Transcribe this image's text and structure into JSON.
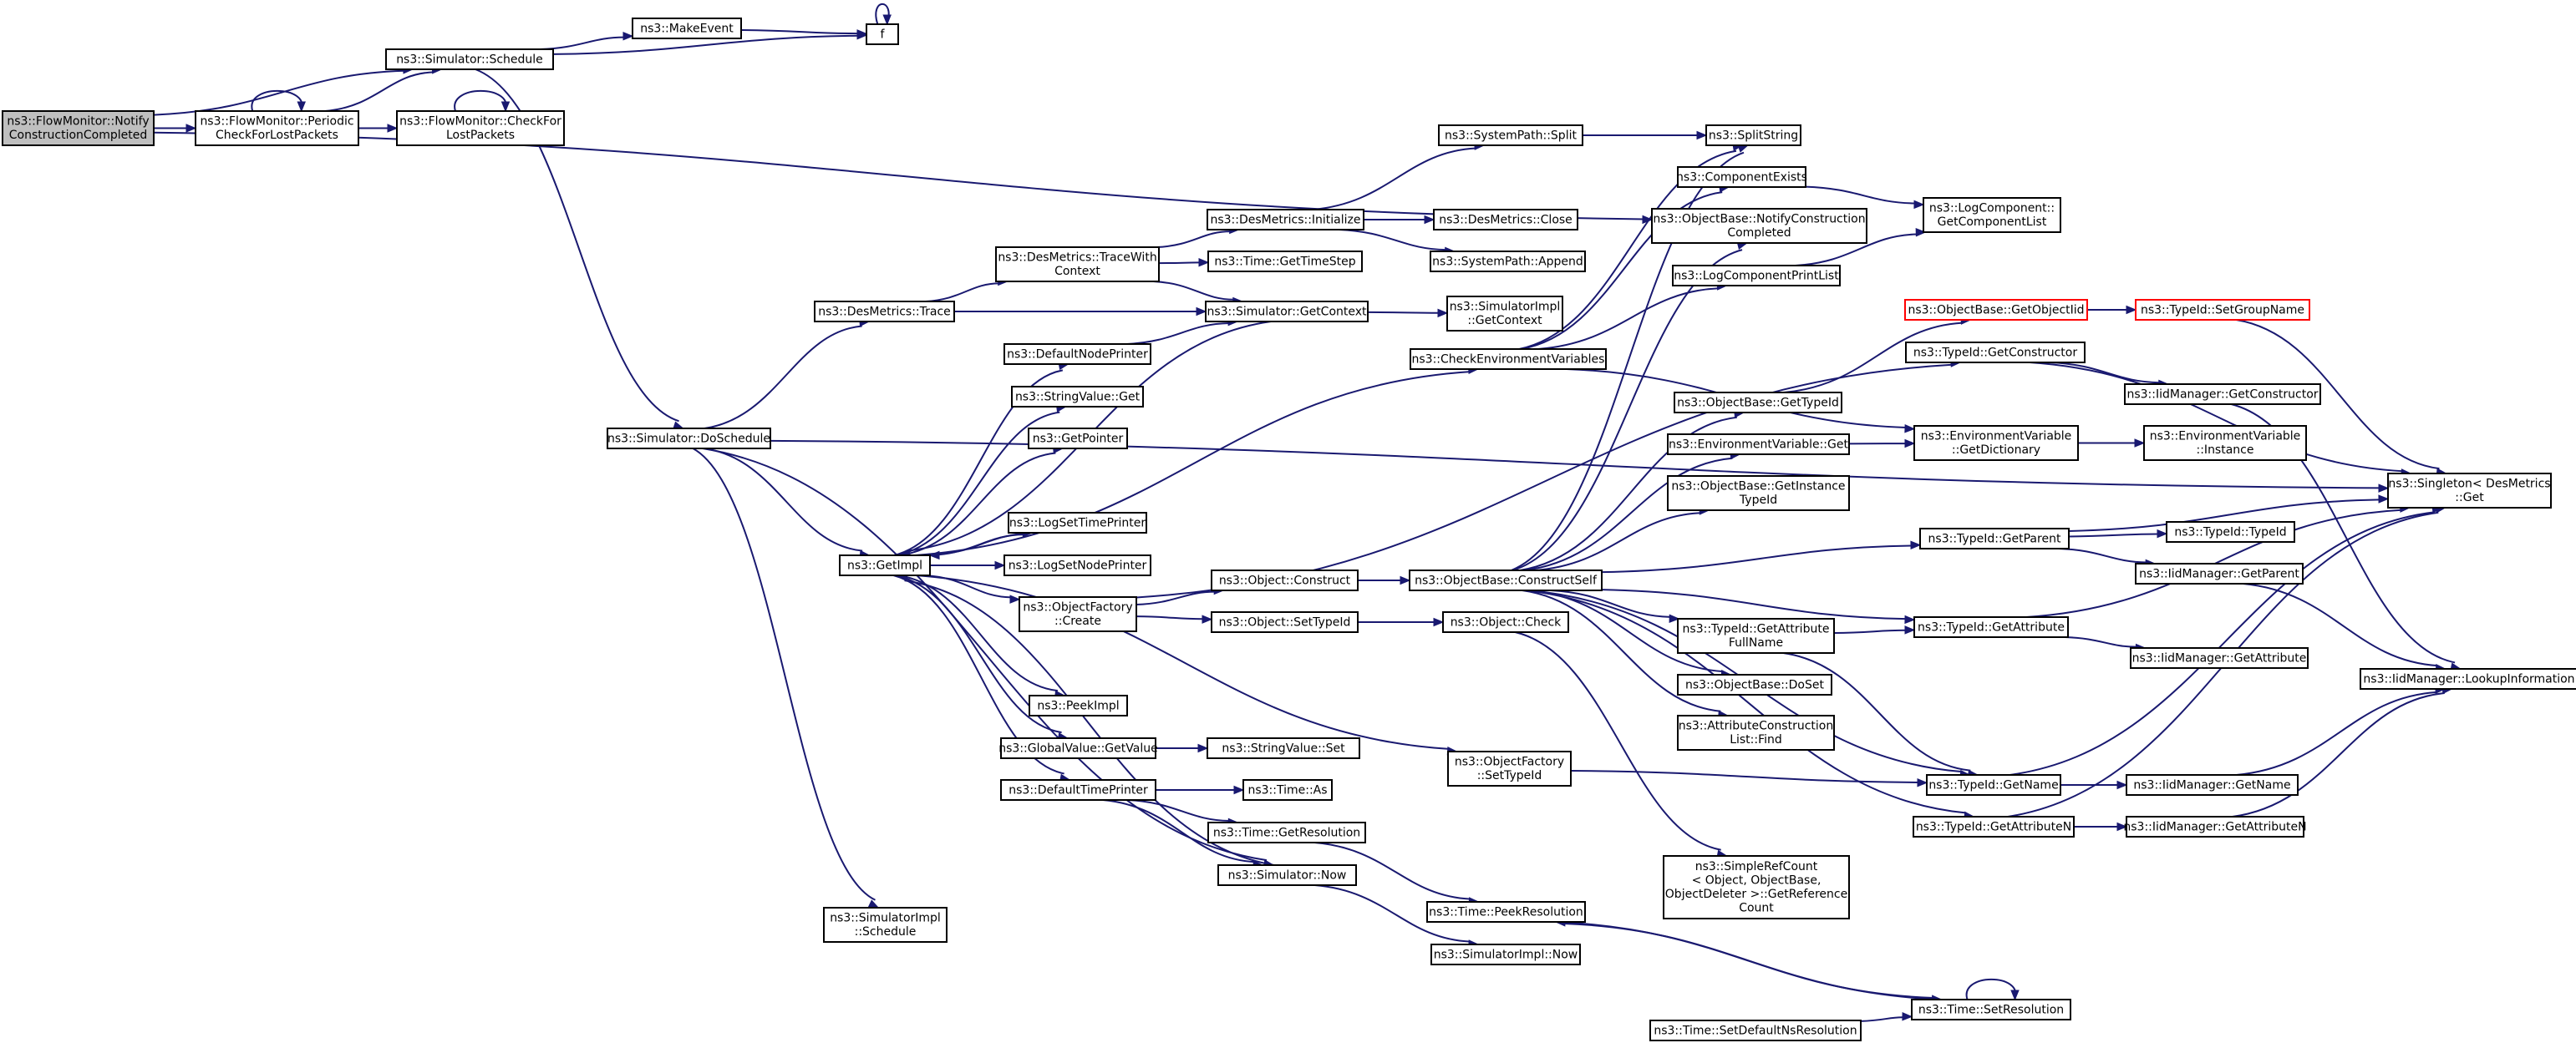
{
  "graph": {
    "nodes": [
      {
        "id": "root",
        "lines": [
          "ns3::FlowMonitor::Notify",
          "ConstructionCompleted"
        ],
        "style": "root"
      },
      {
        "id": "periodic",
        "lines": [
          "ns3::FlowMonitor::Periodic",
          "CheckForLostPackets"
        ]
      },
      {
        "id": "checkfor",
        "lines": [
          "ns3::FlowMonitor::CheckFor",
          "LostPackets"
        ]
      },
      {
        "id": "schedule",
        "lines": [
          "ns3::Simulator::Schedule"
        ]
      },
      {
        "id": "makeevent",
        "lines": [
          "ns3::MakeEvent"
        ]
      },
      {
        "id": "f",
        "lines": [
          "f"
        ]
      },
      {
        "id": "doschedule",
        "lines": [
          "ns3::Simulator::DoSchedule"
        ]
      },
      {
        "id": "simimplschedule",
        "lines": [
          "ns3::SimulatorImpl",
          "::Schedule"
        ]
      },
      {
        "id": "desmtrace",
        "lines": [
          "ns3::DesMetrics::Trace"
        ]
      },
      {
        "id": "tracewith",
        "lines": [
          "ns3::DesMetrics::TraceWith",
          "Context"
        ]
      },
      {
        "id": "desminit",
        "lines": [
          "ns3::DesMetrics::Initialize"
        ]
      },
      {
        "id": "gettimestep",
        "lines": [
          "ns3::Time::GetTimeStep"
        ]
      },
      {
        "id": "sysplit",
        "lines": [
          "ns3::SystemPath::Split"
        ]
      },
      {
        "id": "desmclose",
        "lines": [
          "ns3::DesMetrics::Close"
        ]
      },
      {
        "id": "sysappend",
        "lines": [
          "ns3::SystemPath::Append"
        ]
      },
      {
        "id": "getcontext",
        "lines": [
          "ns3::Simulator::GetContext"
        ]
      },
      {
        "id": "simimplgetcontext",
        "lines": [
          "ns3::SimulatorImpl",
          "::GetContext"
        ]
      },
      {
        "id": "splitstring",
        "lines": [
          "ns3::SplitString"
        ]
      },
      {
        "id": "compexists",
        "lines": [
          "ns3::ComponentExists"
        ]
      },
      {
        "id": "notifyconstr",
        "lines": [
          "ns3::ObjectBase::NotifyConstruction",
          "Completed"
        ]
      },
      {
        "id": "logprintlist",
        "lines": [
          "ns3::LogComponentPrintList"
        ]
      },
      {
        "id": "logcompget",
        "lines": [
          "ns3::LogComponent::",
          "GetComponentList"
        ]
      },
      {
        "id": "checkenv",
        "lines": [
          "ns3::CheckEnvironmentVariables"
        ]
      },
      {
        "id": "defaultnodeprinter",
        "lines": [
          "ns3::DefaultNodePrinter"
        ]
      },
      {
        "id": "stringvalueget",
        "lines": [
          "ns3::StringValue::Get"
        ]
      },
      {
        "id": "getpointer",
        "lines": [
          "ns3::GetPointer"
        ]
      },
      {
        "id": "logsettime",
        "lines": [
          "ns3::LogSetTimePrinter"
        ]
      },
      {
        "id": "logsetnode",
        "lines": [
          "ns3::LogSetNodePrinter"
        ]
      },
      {
        "id": "getimpl",
        "lines": [
          "ns3::GetImpl"
        ]
      },
      {
        "id": "objfactcreate",
        "lines": [
          "ns3::ObjectFactory",
          "::Create"
        ]
      },
      {
        "id": "objconstruct",
        "lines": [
          "ns3::Object::Construct"
        ]
      },
      {
        "id": "objsettypeid",
        "lines": [
          "ns3::Object::SetTypeId"
        ]
      },
      {
        "id": "objcheck",
        "lines": [
          "ns3::Object::Check"
        ]
      },
      {
        "id": "constructself",
        "lines": [
          "ns3::ObjectBase::ConstructSelf"
        ]
      },
      {
        "id": "peekimpl",
        "lines": [
          "ns3::PeekImpl"
        ]
      },
      {
        "id": "globalvalueget",
        "lines": [
          "ns3::GlobalValue::GetValue"
        ]
      },
      {
        "id": "stringvalueset",
        "lines": [
          "ns3::StringValue::Set"
        ]
      },
      {
        "id": "defaulttimeprinter",
        "lines": [
          "ns3::DefaultTimePrinter"
        ]
      },
      {
        "id": "timeas",
        "lines": [
          "ns3::Time::As"
        ]
      },
      {
        "id": "timegetres",
        "lines": [
          "ns3::Time::GetResolution"
        ]
      },
      {
        "id": "simnow",
        "lines": [
          "ns3::Simulator::Now"
        ]
      },
      {
        "id": "objfactsettypeid",
        "lines": [
          "ns3::ObjectFactory",
          "::SetTypeId"
        ]
      },
      {
        "id": "peekres",
        "lines": [
          "ns3::Time::PeekResolution"
        ]
      },
      {
        "id": "simimplnow",
        "lines": [
          "ns3::SimulatorImpl::Now"
        ]
      },
      {
        "id": "setdefaultns",
        "lines": [
          "ns3::Time::SetDefaultNsResolution"
        ]
      },
      {
        "id": "setres",
        "lines": [
          "ns3::Time::SetResolution"
        ]
      },
      {
        "id": "simplerefcount",
        "lines": [
          "ns3::SimpleRefCount",
          "< Object, ObjectBase,",
          "ObjectDeleter >::GetReference",
          "Count"
        ]
      },
      {
        "id": "getobjectiid",
        "lines": [
          "ns3::ObjectBase::GetObjectIid"
        ],
        "style": "red"
      },
      {
        "id": "setgroupname",
        "lines": [
          "ns3::TypeId::SetGroupName"
        ],
        "style": "red"
      },
      {
        "id": "typeidgetconstructor",
        "lines": [
          "ns3::TypeId::GetConstructor"
        ]
      },
      {
        "id": "obgettypeid",
        "lines": [
          "ns3::ObjectBase::GetTypeId"
        ]
      },
      {
        "id": "iidgetconstructor",
        "lines": [
          "ns3::IidManager::GetConstructor"
        ]
      },
      {
        "id": "envget",
        "lines": [
          "ns3::EnvironmentVariable::Get"
        ]
      },
      {
        "id": "envgetdict",
        "lines": [
          "ns3::EnvironmentVariable",
          "::GetDictionary"
        ]
      },
      {
        "id": "envinstance",
        "lines": [
          "ns3::EnvironmentVariable",
          "::Instance"
        ]
      },
      {
        "id": "obgetinstance",
        "lines": [
          "ns3::ObjectBase::GetInstance",
          "TypeId"
        ]
      },
      {
        "id": "singletonget",
        "lines": [
          "ns3::Singleton< DesMetrics",
          "::Get"
        ]
      },
      {
        "id": "typeidgetparent",
        "lines": [
          "ns3::TypeId::GetParent"
        ]
      },
      {
        "id": "typeidtypeid",
        "lines": [
          "ns3::TypeId::TypeId"
        ]
      },
      {
        "id": "iidgetparent",
        "lines": [
          "ns3::IidManager::GetParent"
        ]
      },
      {
        "id": "getattrfullname",
        "lines": [
          "ns3::TypeId::GetAttribute",
          "FullName"
        ]
      },
      {
        "id": "typeidgetattr",
        "lines": [
          "ns3::TypeId::GetAttribute"
        ]
      },
      {
        "id": "iidgetattr",
        "lines": [
          "ns3::IidManager::GetAttribute"
        ]
      },
      {
        "id": "lookupinfo",
        "lines": [
          "ns3::IidManager::LookupInformation"
        ]
      },
      {
        "id": "obdoset",
        "lines": [
          "ns3::ObjectBase::DoSet"
        ]
      },
      {
        "id": "attrconstrfind",
        "lines": [
          "ns3::AttributeConstruction",
          "List::Find"
        ]
      },
      {
        "id": "typeidgetname",
        "lines": [
          "ns3::TypeId::GetName"
        ]
      },
      {
        "id": "iidgetname",
        "lines": [
          "ns3::IidManager::GetName"
        ]
      },
      {
        "id": "typeidgetattrn",
        "lines": [
          "ns3::TypeId::GetAttributeN"
        ]
      },
      {
        "id": "iidgetattrn",
        "lines": [
          "ns3::IidManager::GetAttributeN"
        ]
      }
    ],
    "edges": [
      [
        "root",
        "schedule"
      ],
      [
        "root",
        "periodic"
      ],
      [
        "root",
        "notifyconstr"
      ],
      [
        "periodic",
        "periodic"
      ],
      [
        "periodic",
        "schedule"
      ],
      [
        "periodic",
        "checkfor"
      ],
      [
        "checkfor",
        "checkfor"
      ],
      [
        "schedule",
        "makeevent"
      ],
      [
        "schedule",
        "f"
      ],
      [
        "schedule",
        "doschedule"
      ],
      [
        "makeevent",
        "f"
      ],
      [
        "f",
        "f"
      ],
      [
        "doschedule",
        "singletonget"
      ],
      [
        "doschedule",
        "desmtrace"
      ],
      [
        "doschedule",
        "getimpl"
      ],
      [
        "doschedule",
        "simnow"
      ],
      [
        "doschedule",
        "simimplschedule"
      ],
      [
        "desmtrace",
        "tracewith"
      ],
      [
        "desmtrace",
        "getcontext"
      ],
      [
        "tracewith",
        "desminit"
      ],
      [
        "tracewith",
        "gettimestep"
      ],
      [
        "tracewith",
        "getcontext"
      ],
      [
        "desminit",
        "sysplit"
      ],
      [
        "desminit",
        "desmclose"
      ],
      [
        "desminit",
        "sysappend"
      ],
      [
        "sysplit",
        "splitstring"
      ],
      [
        "getcontext",
        "simimplgetcontext"
      ],
      [
        "getcontext",
        "getimpl"
      ],
      [
        "compexists",
        "logcompget"
      ],
      [
        "logprintlist",
        "logcompget"
      ],
      [
        "checkenv",
        "splitstring"
      ],
      [
        "checkenv",
        "compexists"
      ],
      [
        "checkenv",
        "logprintlist"
      ],
      [
        "checkenv",
        "envgetdict"
      ],
      [
        "getimpl",
        "defaultnodeprinter"
      ],
      [
        "getimpl",
        "stringvalueget"
      ],
      [
        "getimpl",
        "getpointer"
      ],
      [
        "getimpl",
        "logsettime"
      ],
      [
        "getimpl",
        "logsetnode"
      ],
      [
        "getimpl",
        "objfactcreate"
      ],
      [
        "getimpl",
        "peekimpl"
      ],
      [
        "getimpl",
        "globalvalueget"
      ],
      [
        "getimpl",
        "defaulttimeprinter"
      ],
      [
        "getimpl",
        "checkenv"
      ],
      [
        "getimpl",
        "objfactsettypeid"
      ],
      [
        "defaultnodeprinter",
        "getcontext"
      ],
      [
        "logsettime",
        "getimpl"
      ],
      [
        "objfactcreate",
        "objconstruct"
      ],
      [
        "objfactcreate",
        "objsettypeid"
      ],
      [
        "objfactcreate",
        "typeidgetconstructor"
      ],
      [
        "objconstruct",
        "constructself"
      ],
      [
        "objsettypeid",
        "objcheck"
      ],
      [
        "objcheck",
        "simplerefcount"
      ],
      [
        "globalvalueget",
        "stringvalueset"
      ],
      [
        "defaulttimeprinter",
        "timeas"
      ],
      [
        "defaulttimeprinter",
        "timegetres"
      ],
      [
        "defaulttimeprinter",
        "simnow"
      ],
      [
        "timegetres",
        "peekres"
      ],
      [
        "simnow",
        "simimplnow"
      ],
      [
        "simnow",
        "getimpl"
      ],
      [
        "objfactsettypeid",
        "typeidgetname"
      ],
      [
        "constructself",
        "splitstring"
      ],
      [
        "constructself",
        "notifyconstr"
      ],
      [
        "constructself",
        "obgettypeid"
      ],
      [
        "constructself",
        "envget"
      ],
      [
        "constructself",
        "obgetinstance"
      ],
      [
        "constructself",
        "typeidgetparent"
      ],
      [
        "constructself",
        "getattrfullname"
      ],
      [
        "constructself",
        "typeidgetattr"
      ],
      [
        "constructself",
        "obdoset"
      ],
      [
        "constructself",
        "attrconstrfind"
      ],
      [
        "constructself",
        "typeidgetname"
      ],
      [
        "constructself",
        "typeidgetattrn"
      ],
      [
        "obgettypeid",
        "getobjectiid"
      ],
      [
        "getobjectiid",
        "setgroupname"
      ],
      [
        "setgroupname",
        "singletonget"
      ],
      [
        "typeidgetconstructor",
        "iidgetconstructor"
      ],
      [
        "typeidgetconstructor",
        "singletonget"
      ],
      [
        "iidgetconstructor",
        "lookupinfo"
      ],
      [
        "envget",
        "envgetdict"
      ],
      [
        "envgetdict",
        "envinstance"
      ],
      [
        "typeidgetparent",
        "typeidtypeid"
      ],
      [
        "typeidgetparent",
        "iidgetparent"
      ],
      [
        "typeidgetparent",
        "singletonget"
      ],
      [
        "iidgetparent",
        "lookupinfo"
      ],
      [
        "getattrfullname",
        "typeidgetattr"
      ],
      [
        "getattrfullname",
        "typeidgetname"
      ],
      [
        "typeidgetattr",
        "iidgetattr"
      ],
      [
        "typeidgetattr",
        "singletonget"
      ],
      [
        "typeidgetname",
        "iidgetname"
      ],
      [
        "typeidgetname",
        "singletonget"
      ],
      [
        "iidgetname",
        "lookupinfo"
      ],
      [
        "typeidgetattrn",
        "iidgetattrn"
      ],
      [
        "typeidgetattrn",
        "singletonget"
      ],
      [
        "iidgetattrn",
        "lookupinfo"
      ],
      [
        "peekres",
        "setres"
      ],
      [
        "setres",
        "setres"
      ],
      [
        "setres",
        "peekres"
      ],
      [
        "setdefaultns",
        "setres"
      ]
    ]
  }
}
